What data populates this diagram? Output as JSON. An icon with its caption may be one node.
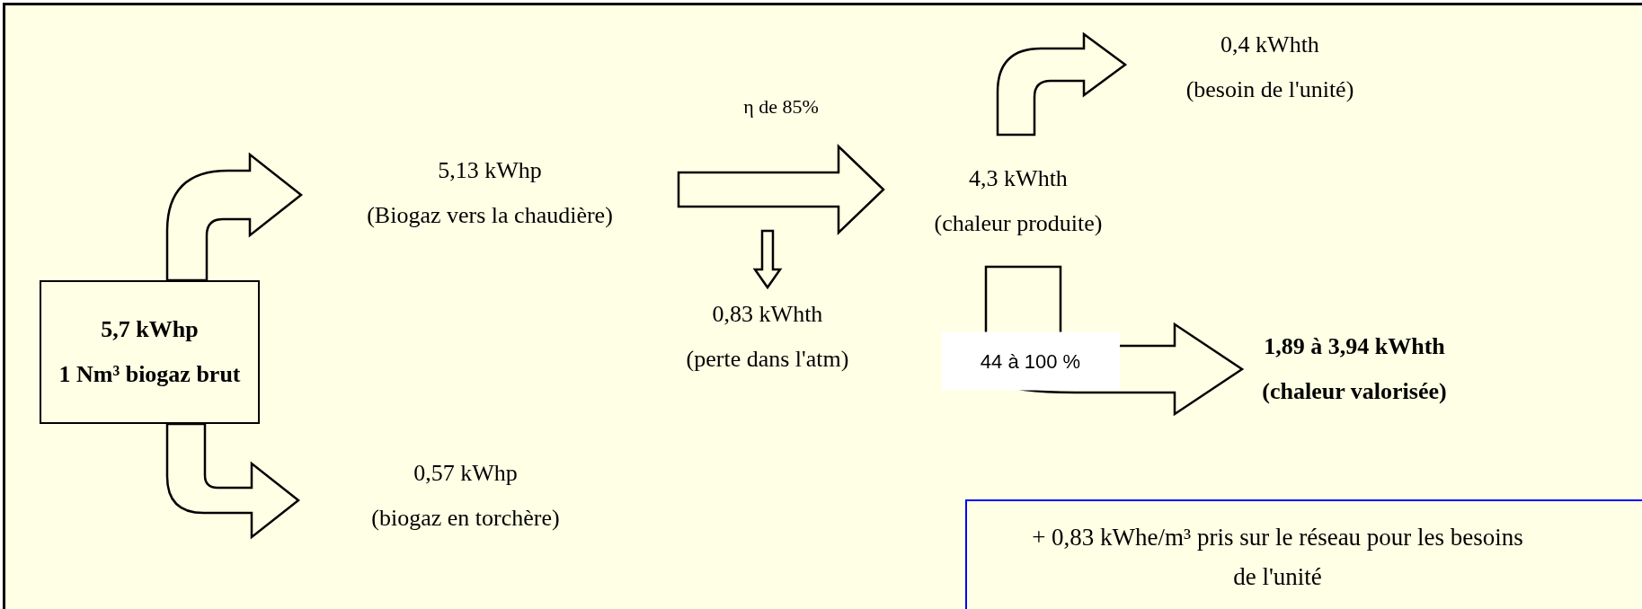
{
  "diagram": {
    "nodes": [
      {
        "text": [
          "5,7 kWhp",
          "1 Nm³ biogaz brut"
        ]
      },
      {
        "text": [
          "5,13 kWhp",
          "(Biogaz vers la chaudière)"
        ]
      },
      {
        "text": [
          "0,57 kWhp",
          "(biogaz en torchère)"
        ]
      },
      {
        "text": [
          "4,3 kWhth",
          "(chaleur produite)"
        ]
      },
      {
        "text": [
          "0,4 kWhth",
          "(besoin de l'unité)"
        ]
      },
      {
        "text": [
          "0,83 kWhth",
          "(perte dans l'atm)"
        ]
      },
      {
        "text": [
          "1,89 à 3,94 kWhth",
          "(chaleur valorisée)"
        ]
      },
      {
        "text": [
          "+ 0,83 kWhe/m³ pris sur le réseau pour les besoins de l'unité"
        ]
      }
    ],
    "edges": [
      {
        "from": 0,
        "to": 1,
        "arrow": "to"
      },
      {
        "from": 0,
        "to": 2,
        "arrow": "to"
      },
      {
        "from": 1,
        "to": 3,
        "arrow": "to",
        "label": "η de 85%"
      },
      {
        "from": null,
        "to": 5,
        "arrow": "to"
      },
      {
        "from": 3,
        "to": 4,
        "arrow": "to"
      },
      {
        "from": 3,
        "to": 6,
        "arrow": "to",
        "label": "44 à 100 %"
      }
    ]
  }
}
